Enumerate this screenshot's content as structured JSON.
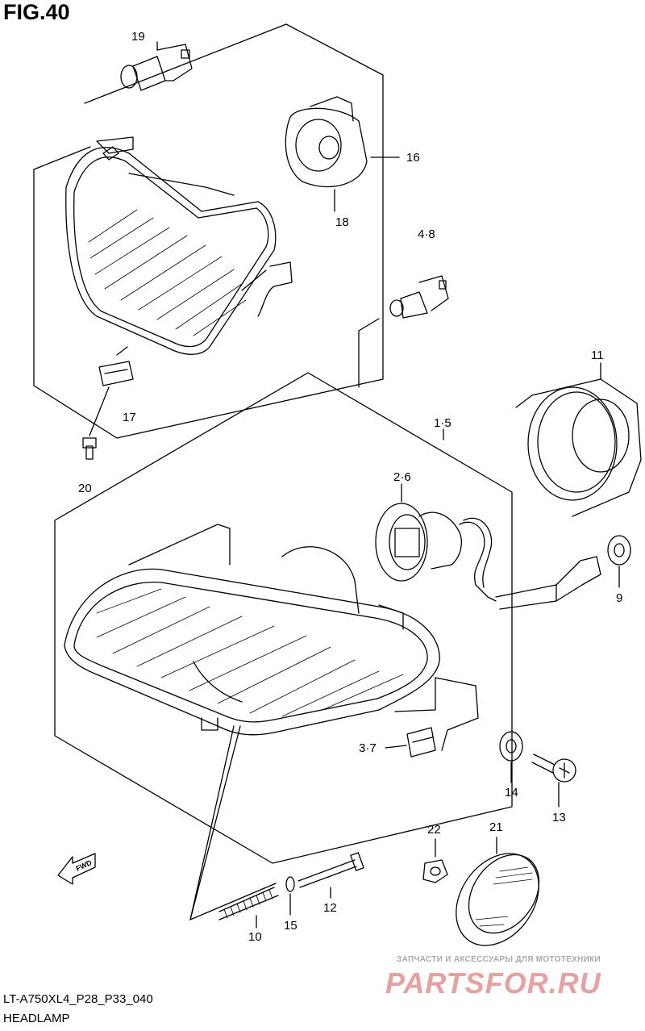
{
  "figure": {
    "title": "FIG.40"
  },
  "callouts": {
    "p19": "19",
    "p16": "16",
    "p18": "18",
    "p48": "4·8",
    "p11": "11",
    "p17": "17",
    "p20": "20",
    "p15a": "1·5",
    "p26": "2·6",
    "p9": "9",
    "p37": "3·7",
    "p14": "14",
    "p13": "13",
    "p22": "22",
    "p21": "21",
    "p10": "10",
    "p15": "15",
    "p12": "12"
  },
  "fwd_label": "FWD",
  "footer": {
    "code": "LT-A750XL4_P28_P33_040",
    "name": "HEADLAMP"
  },
  "watermark": {
    "tagline": "ЗАПЧАСТИ И АКСЕССУАРЫ ДЛЯ МОТОТЕХНИКИ",
    "logo": "PARTSFOR.RU"
  }
}
